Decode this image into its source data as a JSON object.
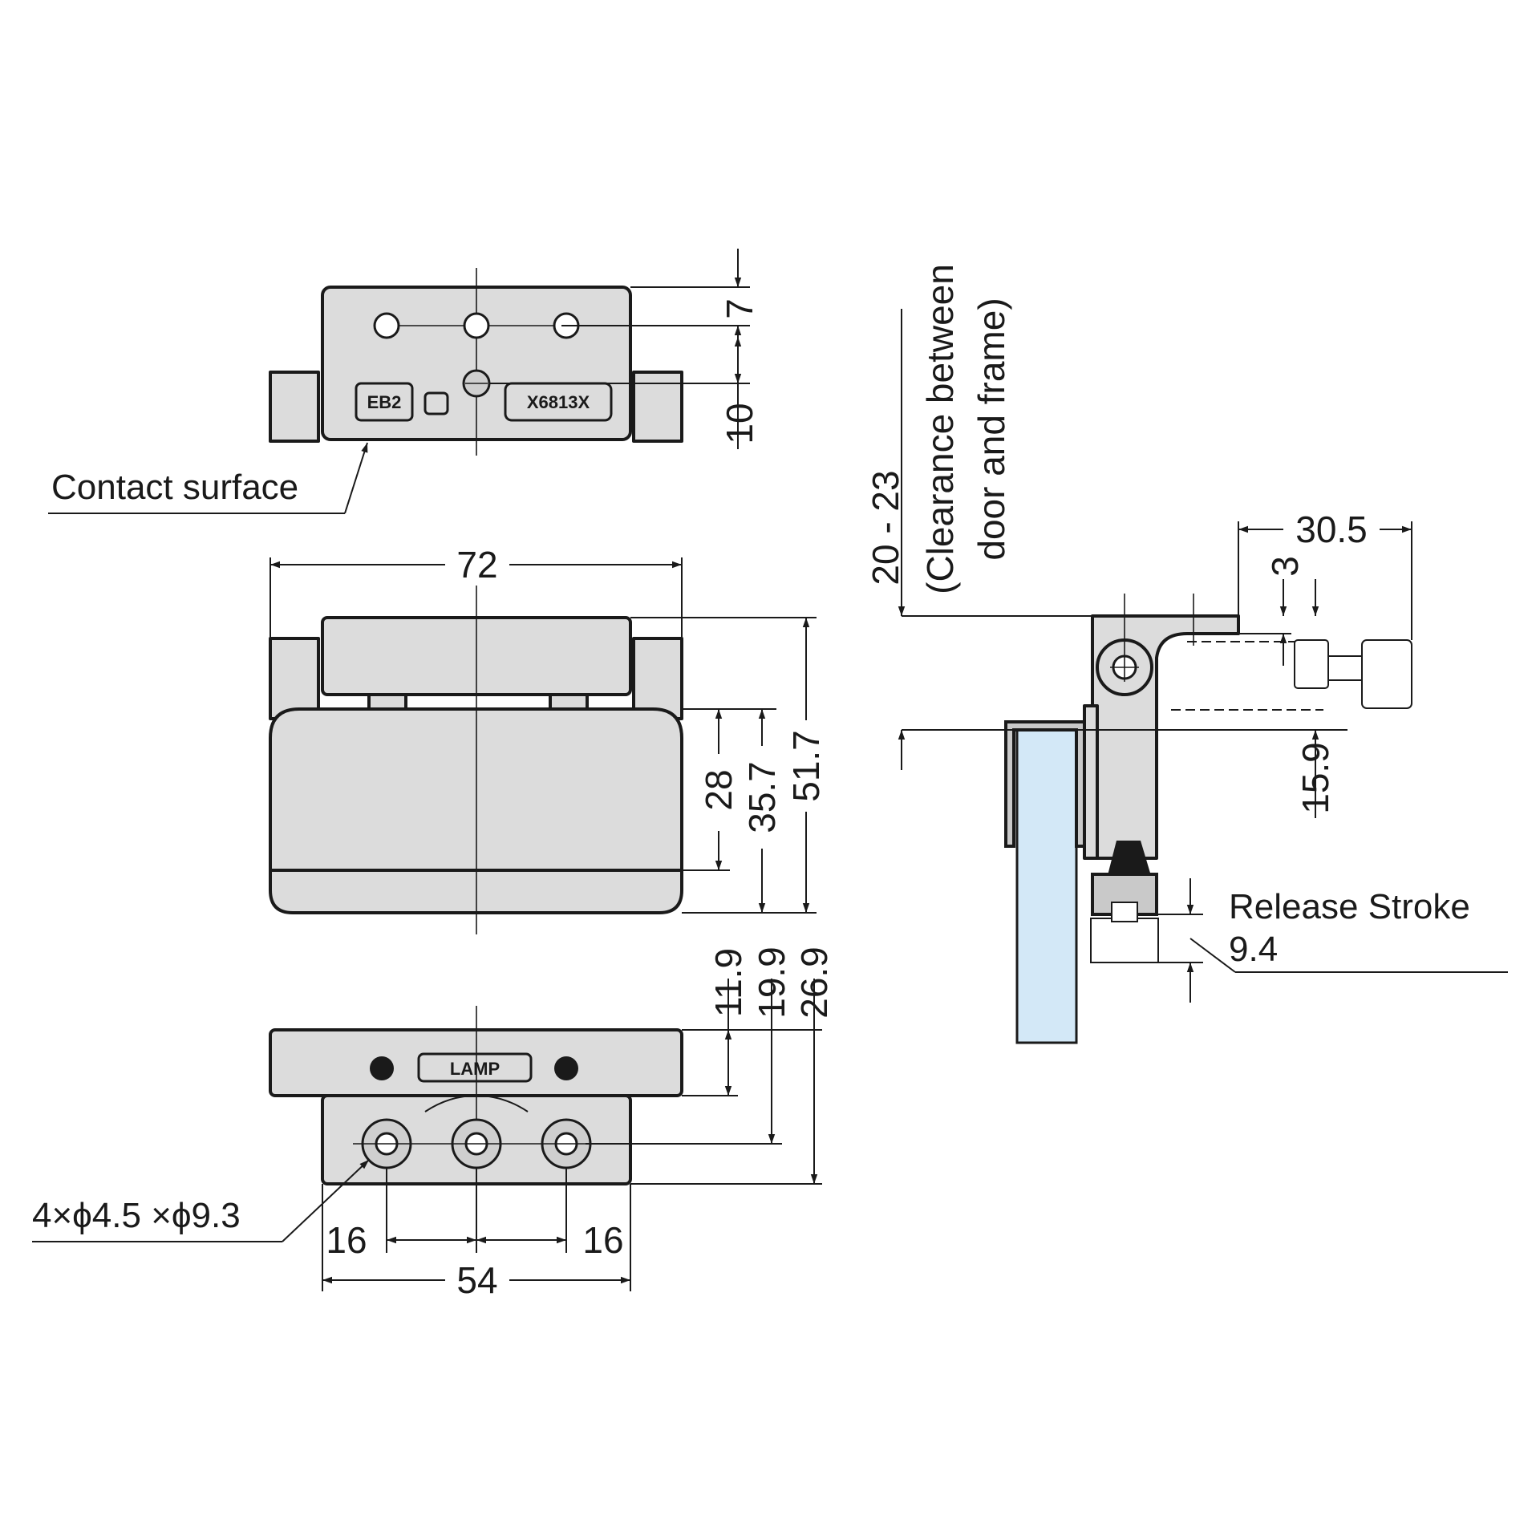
{
  "dimensions": {
    "top_7": "7",
    "top_10": "10",
    "width_72": "72",
    "height_28": "28",
    "height_35_7": "35.7",
    "height_51_7": "51.7",
    "height_11_9": "11.9",
    "height_19_9": "19.9",
    "height_26_9": "26.9",
    "pitch_16_left": "16",
    "pitch_16_right": "16",
    "width_54": "54",
    "side_30_5": "30.5",
    "side_3": "3",
    "side_15_9": "15.9",
    "clearance_range": "20 - 23",
    "stroke_value": "9.4"
  },
  "labels": {
    "contact_surface": "Contact surface",
    "hole_spec": "4×ϕ4.5 ×ϕ9.3",
    "clearance_line1": "(Clearance between",
    "clearance_line2": "door and frame)",
    "release_stroke": "Release Stroke"
  },
  "markings": {
    "code_left": "EB2",
    "code_right": "X6813X",
    "brand": "LAMP"
  },
  "colors": {
    "part_fill": "#dcdcdc",
    "line": "#1a1a1a",
    "glass": "#d3e8f7"
  }
}
